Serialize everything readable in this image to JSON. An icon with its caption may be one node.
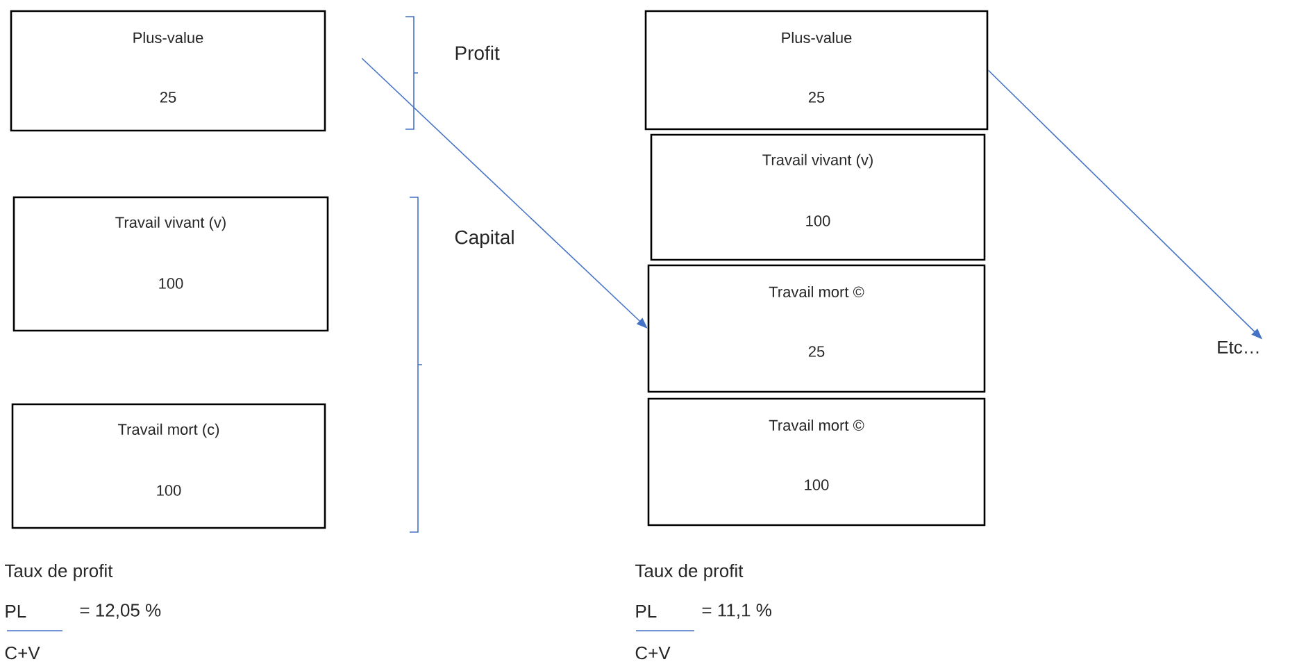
{
  "diagram": {
    "nodes": [
      {
        "text": [
          "Plus-value",
          "25"
        ]
      },
      {
        "text": [
          "Travail vivant (v)",
          "100"
        ]
      },
      {
        "text": [
          "Travail mort (c)",
          "100"
        ]
      },
      {
        "text": [
          "Plus-value",
          "25"
        ]
      },
      {
        "text": [
          "Travail vivant (v)",
          "100"
        ]
      },
      {
        "text": [
          "Travail mort ©",
          "25"
        ]
      },
      {
        "text": [
          "Travail mort ©",
          "100"
        ]
      },
      {
        "text": [
          "Etc…"
        ]
      }
    ],
    "edges": [
      {
        "from": 0,
        "to": 5,
        "arrow": "to"
      },
      {
        "from": 3,
        "to": 7,
        "arrow": "to"
      }
    ],
    "labels": [
      "Profit",
      "Capital",
      "Taux de profit",
      "PL",
      "= 12,05 %",
      "C+V",
      "Taux de profit",
      "PL",
      "= 11,1 %",
      "C+V"
    ]
  }
}
